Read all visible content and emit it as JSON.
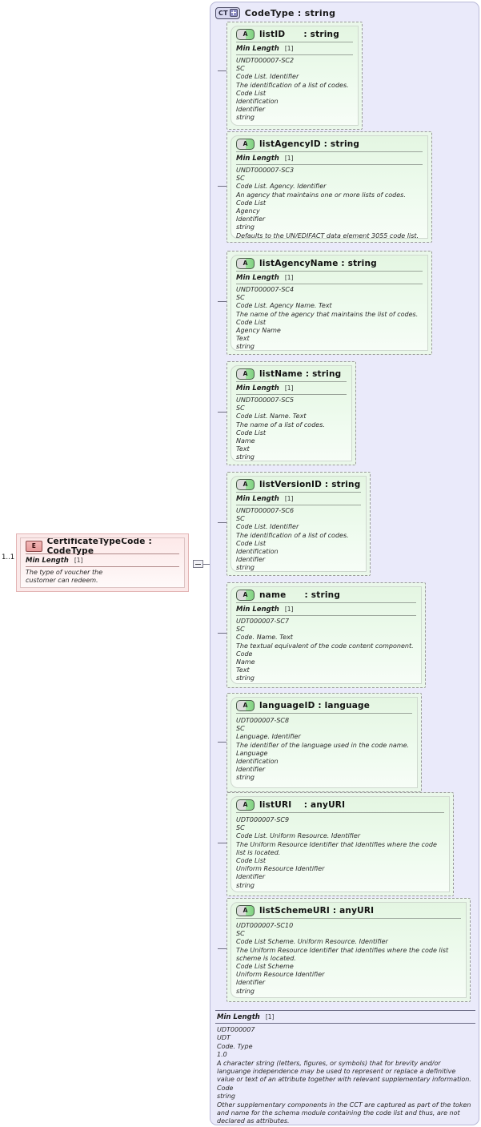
{
  "diagram": {
    "type": "xsd-schema-diagram",
    "complex_type": {
      "badge": "CT",
      "badge_icon": "complex-type-plus-icon",
      "title": "CodeType : string"
    },
    "element": {
      "badge": "E",
      "title": "CertificateTypeCode : CodeType",
      "cardinality": "1..1",
      "facet_label": "Min Length",
      "facet_value": "[1]",
      "documentation": "The type of voucher the\ncustomer can redeem."
    },
    "attributes": [
      {
        "badge": "A",
        "title": "listID      : string",
        "facet_label": "Min Length",
        "facet_value": "[1]",
        "lines": [
          "UNDT000007-SC2",
          "SC",
          "Code List. Identifier",
          "The identification of a list of codes.",
          "Code List",
          "Identification",
          "Identifier",
          "string"
        ]
      },
      {
        "badge": "A",
        "title": "listAgencyID : string",
        "facet_label": "Min Length",
        "facet_value": "[1]",
        "lines": [
          "UNDT000007-SC3",
          "SC",
          "Code List. Agency. Identifier",
          "An agency that maintains one or more lists of codes.",
          "Code List",
          "Agency",
          "Identifier",
          "string",
          "Defaults to the UN/EDIFACT data element 3055 code list."
        ]
      },
      {
        "badge": "A",
        "title": "listAgencyName : string",
        "facet_label": "Min Length",
        "facet_value": "[1]",
        "lines": [
          "UNDT000007-SC4",
          "SC",
          "Code List. Agency Name. Text",
          "The name of the agency that maintains the list of codes.",
          "Code List",
          "Agency Name",
          "Text",
          "string"
        ]
      },
      {
        "badge": "A",
        "title": "listName : string",
        "facet_label": "Min Length",
        "facet_value": "[1]",
        "lines": [
          "UNDT000007-SC5",
          "SC",
          "Code List. Name. Text",
          "The name of a list of codes.",
          "Code List",
          "Name",
          "Text",
          "string"
        ]
      },
      {
        "badge": "A",
        "title": "listVersionID : string",
        "facet_label": "Min Length",
        "facet_value": "[1]",
        "lines": [
          "UNDT000007-SC6",
          "SC",
          "Code List. Identifier",
          "The identification of a list of codes.",
          "Code List",
          "Identification",
          "Identifier",
          "string"
        ]
      },
      {
        "badge": "A",
        "title": "name      : string",
        "facet_label": "Min Length",
        "facet_value": "[1]",
        "lines": [
          "UDT000007-SC7",
          "SC",
          "Code. Name. Text",
          "The textual equivalent of the code content component.",
          "Code",
          "Name",
          "Text",
          "string"
        ]
      },
      {
        "badge": "A",
        "title": "languageID : language",
        "facet_label": "",
        "facet_value": "",
        "lines": [
          "UDT000007-SC8",
          "SC",
          "Language. Identifier",
          "The identifier of the language used in the code name.",
          "Language",
          "Identification",
          "Identifier",
          "string"
        ]
      },
      {
        "badge": "A",
        "title": "listURI    : anyURI",
        "facet_label": "",
        "facet_value": "",
        "lines": [
          "UDT000007-SC9",
          "SC",
          "Code List. Uniform Resource. Identifier",
          "The Uniform Resource Identifier that identifies where the code list is located.",
          "Code List",
          "Uniform Resource Identifier",
          "Identifier",
          "string"
        ]
      },
      {
        "badge": "A",
        "title": "listSchemeURI : anyURI",
        "facet_label": "",
        "facet_value": "",
        "lines": [
          "UDT000007-SC10",
          "SC",
          "Code List Scheme. Uniform Resource. Identifier",
          "The Uniform Resource Identifier that identifies where the code list scheme is located.",
          "Code List Scheme",
          "Uniform Resource Identifier",
          "Identifier",
          "string"
        ]
      }
    ],
    "type_facets": {
      "facet_label": "Min Length",
      "facet_value": "[1]",
      "lines": [
        "UDT000007",
        "UDT",
        "Code. Type",
        "1.0",
        "A character string (letters, figures, or symbols) that for brevity and/or languange independence may be used to represent or replace a definitive value or text of an attribute together with relevant supplementary information.",
        "Code",
        "string",
        "Other supplementary components in the CCT are captured as part of the token and name for the schema module containing the code list and thus, are not declared as attributes."
      ]
    },
    "colors": {
      "complex_type_bg": "#eaeafa",
      "attribute_bg": "#eaf7ea",
      "element_bg": "#fbe9e9",
      "connector": "#6f6f82"
    }
  }
}
